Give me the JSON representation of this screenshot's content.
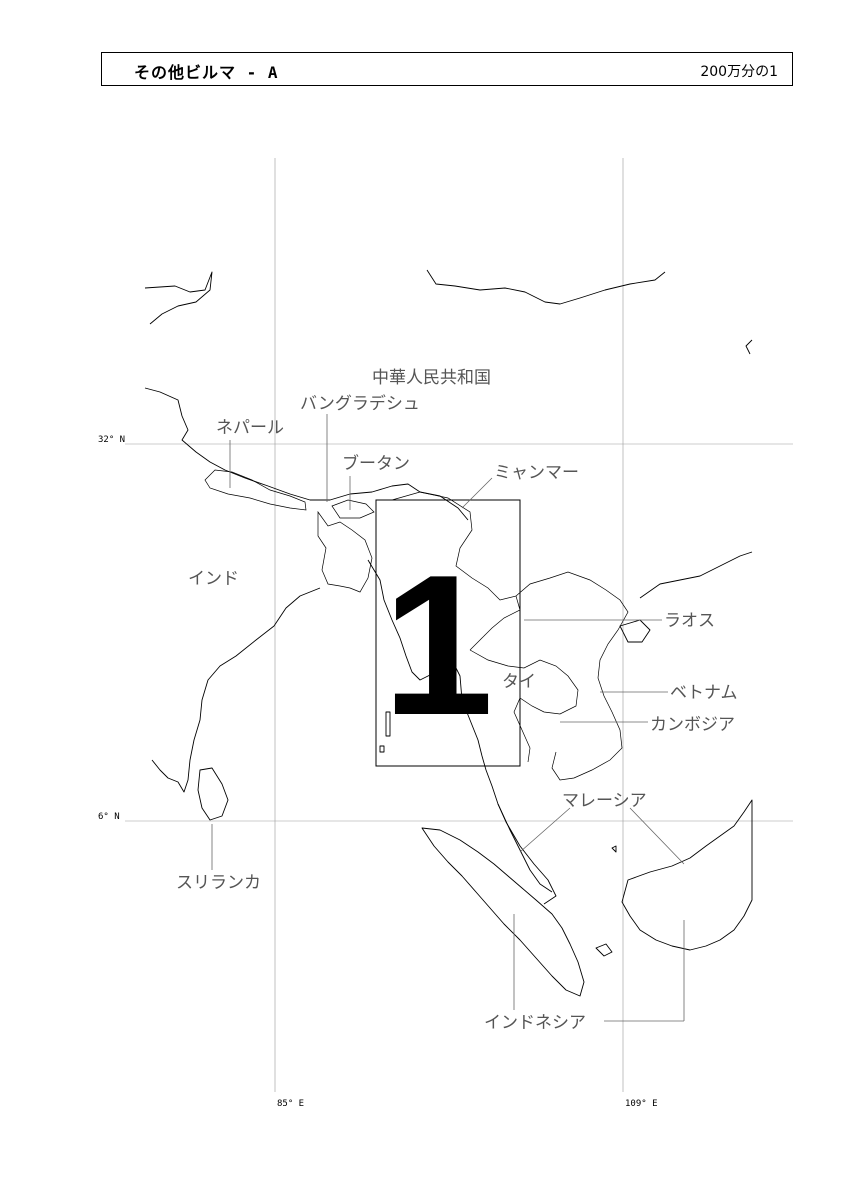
{
  "header": {
    "title": "その他ビルマ - A",
    "scale": "200万分の1"
  },
  "grid_labels": {
    "lat_north": "32° N",
    "lat_south": "6° N",
    "lon_west": "85° E",
    "lon_east": "109° E"
  },
  "countries": {
    "china": "中華人民共和国",
    "bangladesh": "バングラデシュ",
    "nepal": "ネパール",
    "bhutan": "ブータン",
    "myanmar": "ミャンマー",
    "india": "インド",
    "laos": "ラオス",
    "thailand": "タイ",
    "vietnam": "ベトナム",
    "cambodia": "カンボジア",
    "malaysia": "マレーシア",
    "srilanka": "スリランカ",
    "indonesia": "インドネシア"
  },
  "map_sheet": {
    "number": "1"
  }
}
